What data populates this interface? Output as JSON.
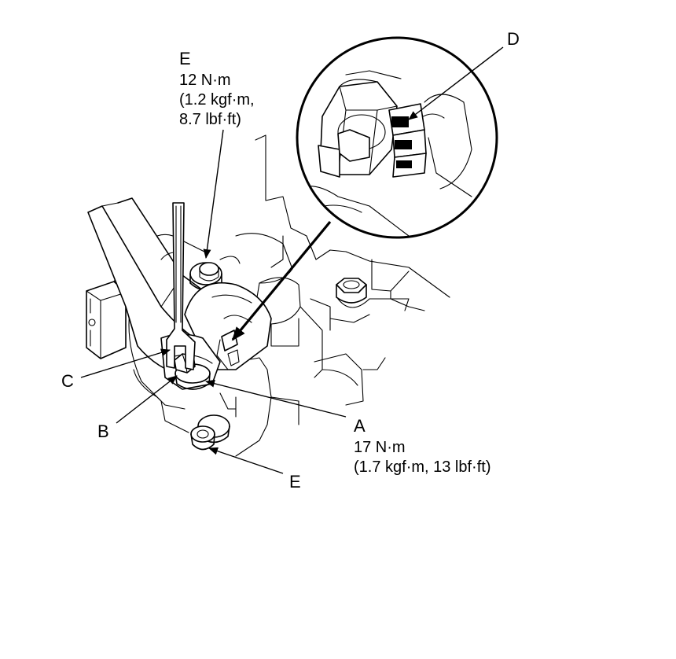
{
  "callouts": {
    "a": {
      "letter": "A",
      "torque": [
        "17 N·m",
        "(1.7 kgf·m, 13 lbf·ft)"
      ]
    },
    "b": {
      "letter": "B"
    },
    "c": {
      "letter": "C"
    },
    "d": {
      "letter": "D"
    },
    "e_top": {
      "letter": "E",
      "torque": [
        "12 N·m",
        "(1.2 kgf·m,",
        "8.7 lbf·ft)"
      ]
    },
    "e_bottom": {
      "letter": "E"
    }
  }
}
